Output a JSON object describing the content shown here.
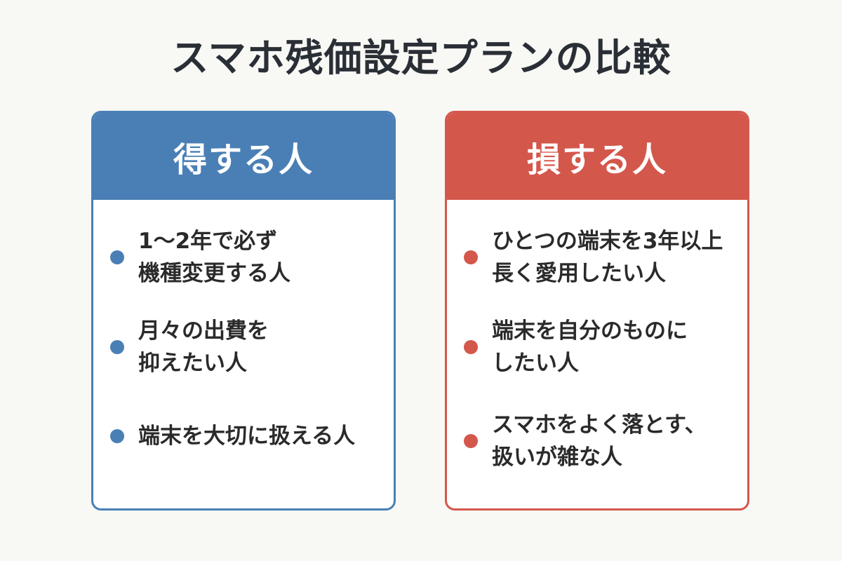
{
  "title": "スマホ残価設定プランの比較",
  "colors": {
    "background": "#f8f8f5",
    "gain": "#4a7fb5",
    "loss": "#d4574c"
  },
  "gain_card": {
    "header": "得する人",
    "items": [
      "1〜2年で必ず\n機種変更する人",
      "月々の出費を\n抑えたい人",
      "端末を大切に扱える人"
    ]
  },
  "loss_card": {
    "header": "損する人",
    "items": [
      "ひとつの端末を3年以上\n長く愛用したい人",
      "端末を自分のものに\nしたい人",
      "スマホをよく落とす、\n扱いが雑な人"
    ]
  }
}
